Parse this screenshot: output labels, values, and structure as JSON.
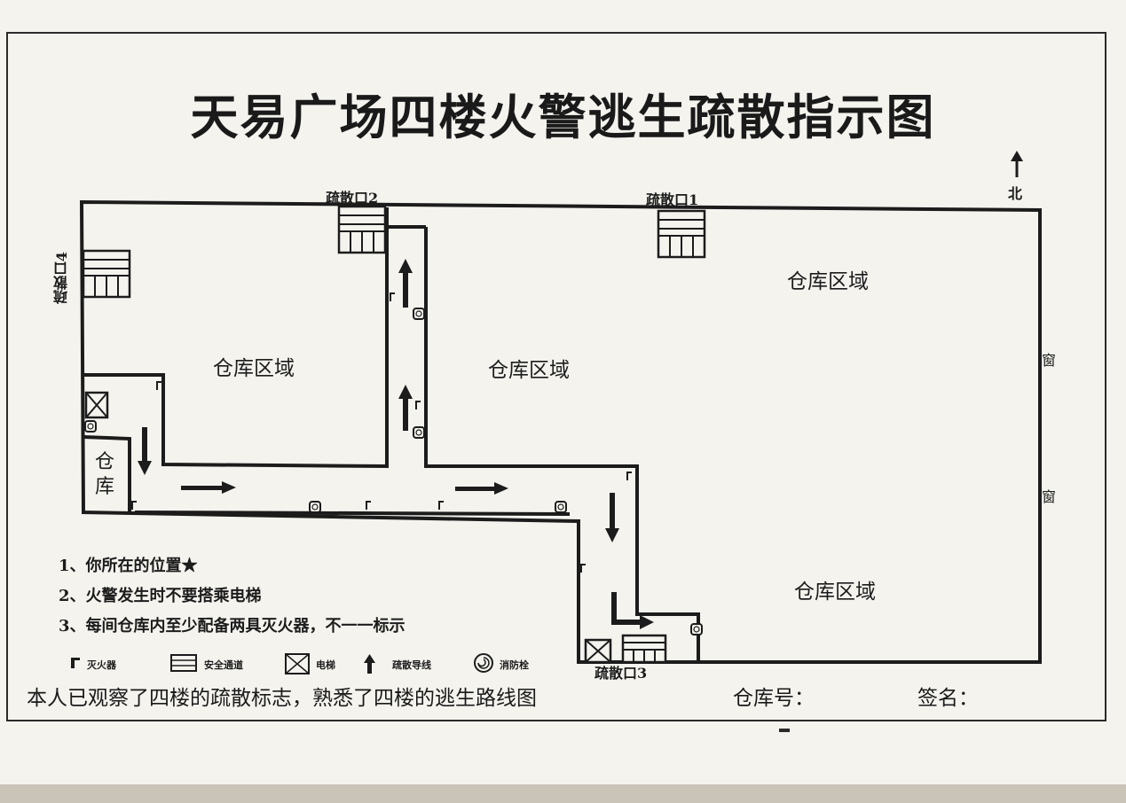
{
  "title": "天易广场四楼火警逃生疏散指示图",
  "compass": {
    "north_label": "北"
  },
  "zones": {
    "warehouse_left": "仓库区域",
    "warehouse_middle": "仓库区域",
    "warehouse_right_top": "仓库区域",
    "warehouse_right_bottom": "仓库区域",
    "small_storage": "仓库"
  },
  "exits": {
    "exit1": "疏散口1",
    "exit2": "疏散口2",
    "exit3": "疏散口3",
    "exit4": "疏散口4"
  },
  "windows": [
    "窗",
    "窗"
  ],
  "notes": [
    "1、你所在的位置★",
    "2、火警发生时不要搭乘电梯",
    "3、每间仓库内至少配备两具灭火器，不一一标示"
  ],
  "legend": [
    {
      "icon": "fire-extinguisher-icon",
      "label": "灭火器"
    },
    {
      "icon": "safety-exit-icon",
      "label": "安全通道"
    },
    {
      "icon": "elevator-icon",
      "label": "电梯"
    },
    {
      "icon": "evacuation-arrow-icon",
      "label": "疏散导线"
    },
    {
      "icon": "fire-hydrant-icon",
      "label": "消防栓"
    }
  ],
  "footer": {
    "statement": "本人已观察了四楼的疏散标志，熟悉了四楼的逃生路线图",
    "warehouse_no_label": "仓库号：",
    "signature_label": "签名："
  },
  "colors": {
    "ink": "#1c1c1c",
    "paper": "#f4f3ee"
  }
}
